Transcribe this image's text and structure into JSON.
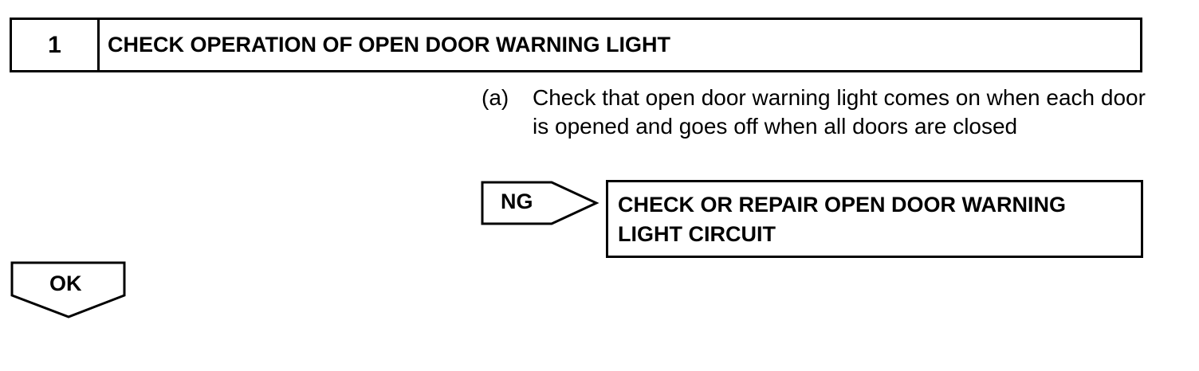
{
  "step": {
    "number": "1",
    "title": "CHECK OPERATION OF OPEN DOOR WARNING LIGHT"
  },
  "instruction": {
    "marker": "(a)",
    "text": "Check that open door warning light comes on when each door is opened and goes off when all doors are closed"
  },
  "ng_branch": {
    "label": "NG",
    "action": "CHECK OR REPAIR OPEN DOOR WARNING LIGHT CIRCUIT"
  },
  "ok_branch": {
    "label": "OK"
  }
}
